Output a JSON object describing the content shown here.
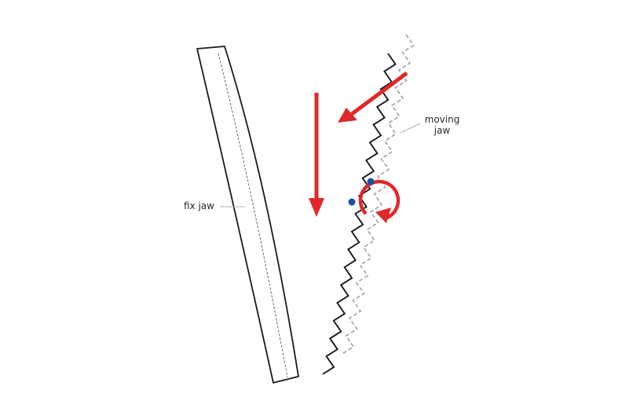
{
  "labels": {
    "fix_jaw": "fix jaw",
    "moving_jaw_line1": "moving",
    "moving_jaw_line2": "jaw"
  },
  "colors": {
    "arrow": "#e0282b",
    "contact_point": "#1d4fa0",
    "outline": "#1a1a1a",
    "moving_jaw_shadow": "#a6a6a6",
    "leader_line": "#b0b0b0"
  }
}
